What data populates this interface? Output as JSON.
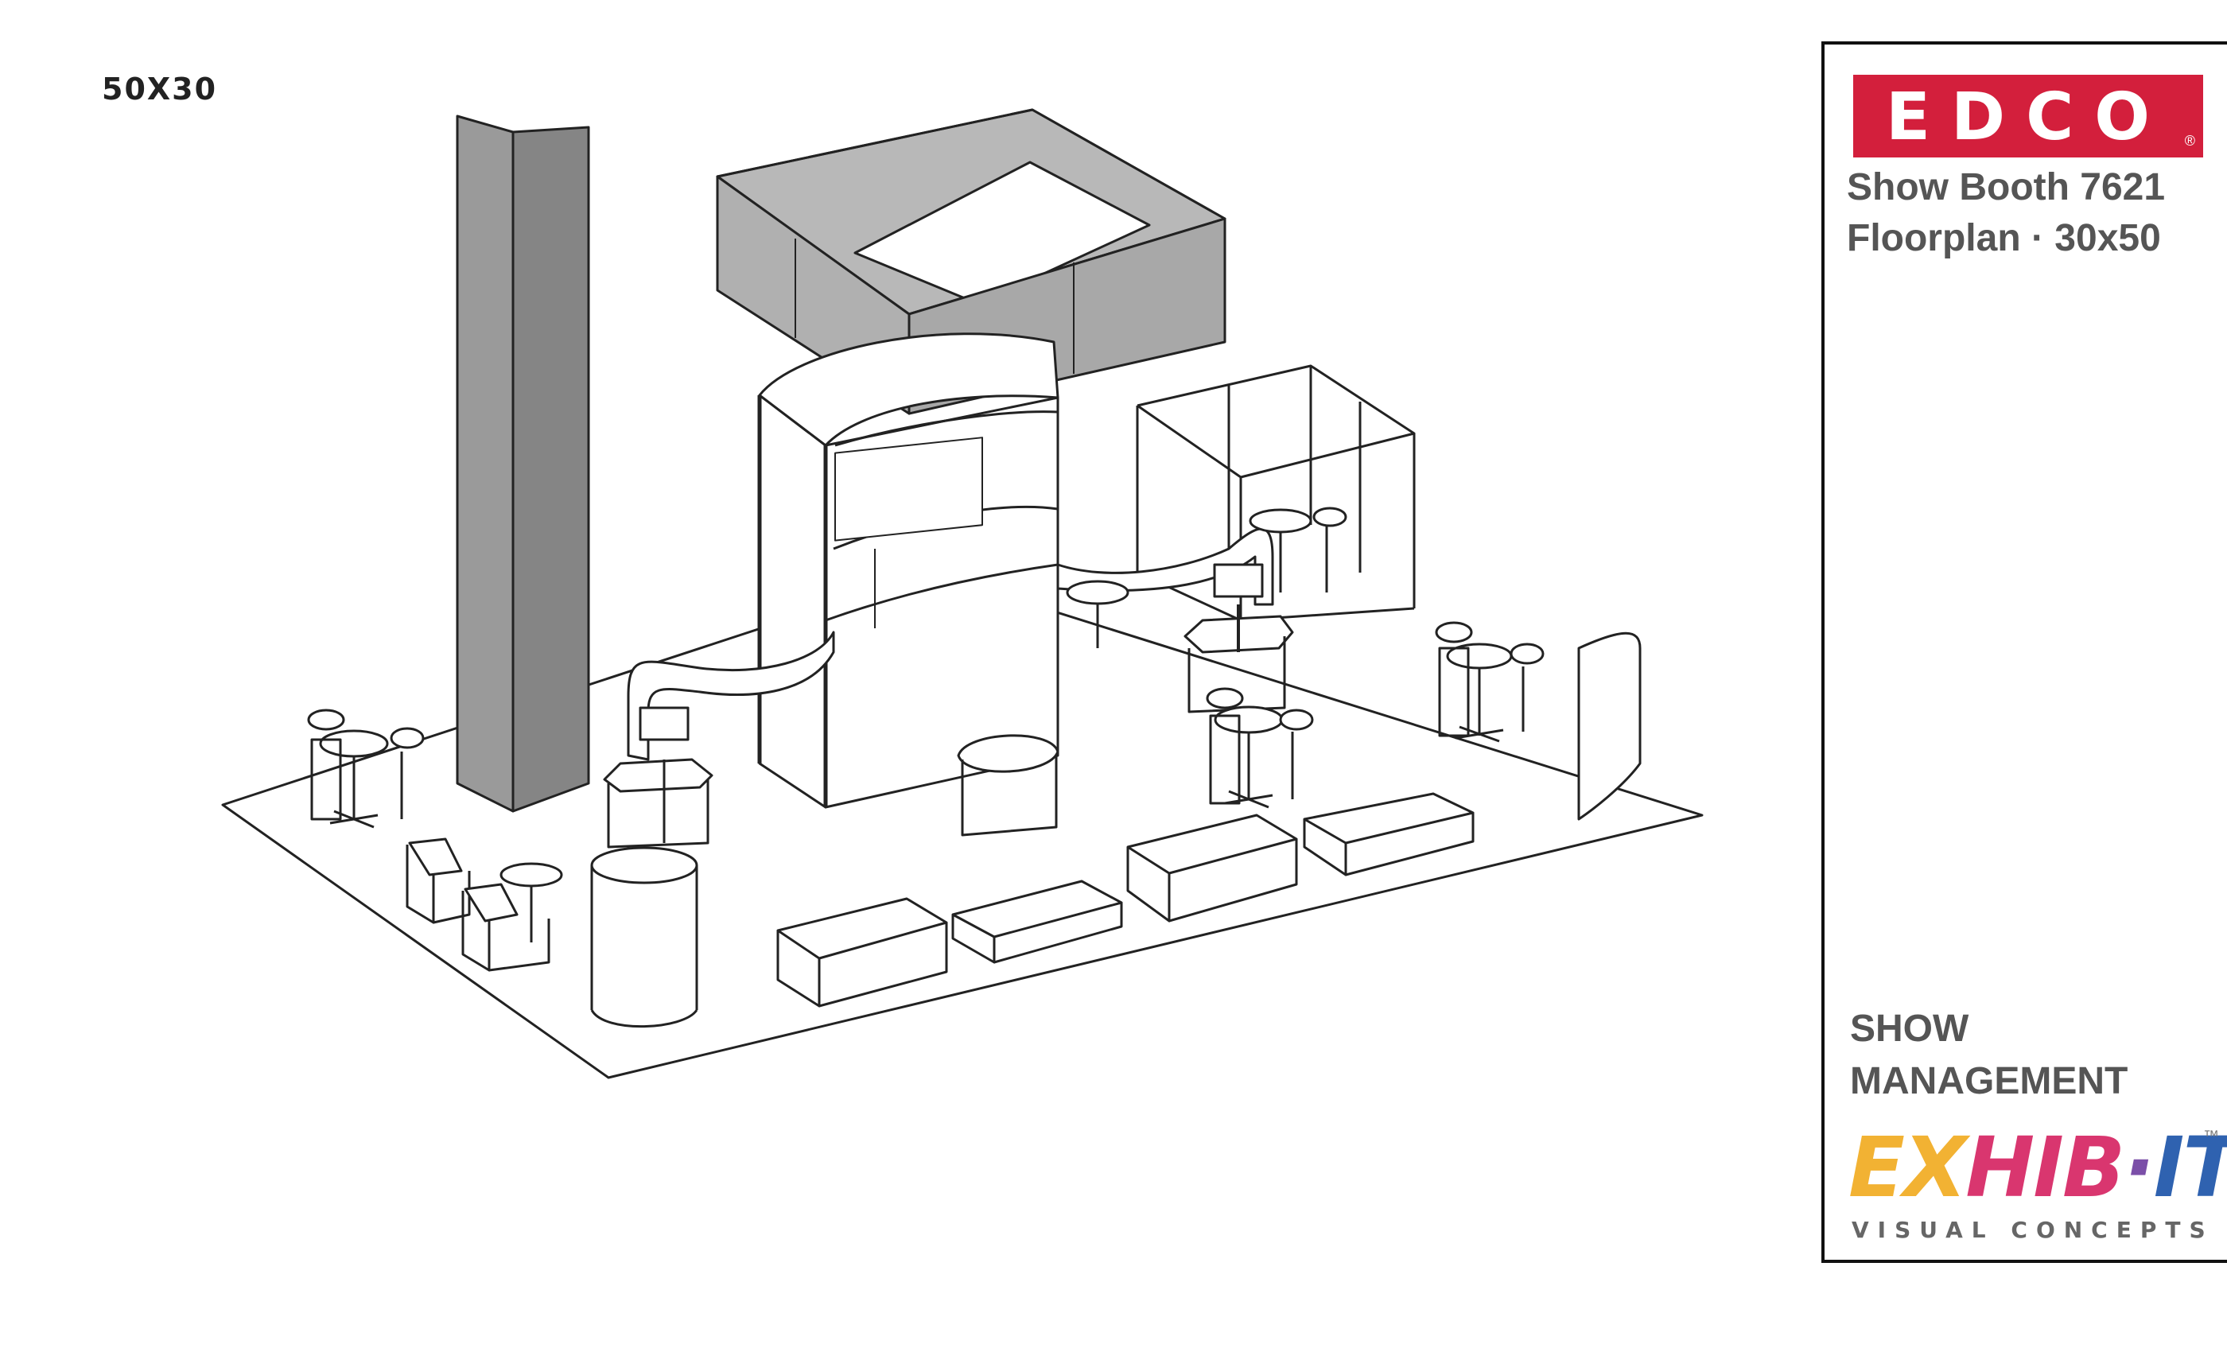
{
  "size_label": "50X30",
  "title_block": {
    "brand": "EDCO",
    "brand_registered": "®",
    "booth": "Show Booth 7621",
    "floorplan": "Floorplan · 30x50",
    "management_line1": "SHOW",
    "management_line2": "MANAGEMENT",
    "logo_letters": [
      "EX",
      "HIB",
      "·",
      "IT!"
    ],
    "logo_tm": "™",
    "logo_subtitle": "VISUAL CONCEPTS"
  },
  "colors": {
    "edco_red": "#d31f3c",
    "panel_gray": "#8f8f8f",
    "header_gray": "#b5b5b5",
    "exhibit_yellow": "#f2b233",
    "exhibit_pink": "#d9366f",
    "exhibit_purple": "#7b4fa8",
    "exhibit_blue": "#2f62b0"
  }
}
